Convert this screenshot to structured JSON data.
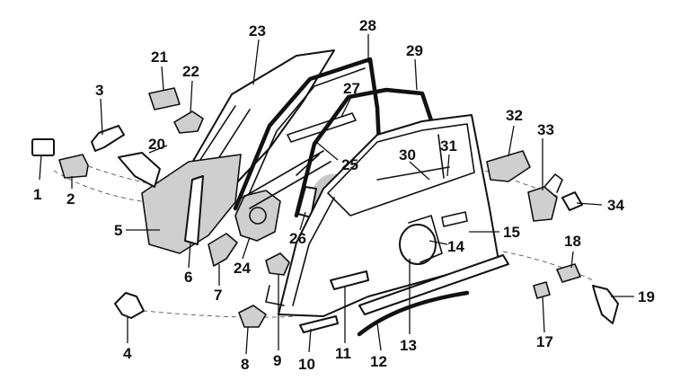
{
  "colors": {
    "line": "#111111",
    "background": "#ffffff",
    "watermark": "#9a9a9a"
  },
  "callouts": [
    {
      "id": "1",
      "label": "1"
    },
    {
      "id": "2",
      "label": "2"
    },
    {
      "id": "3",
      "label": "3"
    },
    {
      "id": "4",
      "label": "4"
    },
    {
      "id": "5",
      "label": "5"
    },
    {
      "id": "6",
      "label": "6"
    },
    {
      "id": "7",
      "label": "7"
    },
    {
      "id": "8",
      "label": "8"
    },
    {
      "id": "9",
      "label": "9"
    },
    {
      "id": "10",
      "label": "10"
    },
    {
      "id": "11",
      "label": "11"
    },
    {
      "id": "12",
      "label": "12"
    },
    {
      "id": "13",
      "label": "13"
    },
    {
      "id": "14",
      "label": "14"
    },
    {
      "id": "15",
      "label": "15"
    },
    {
      "id": "17",
      "label": "17"
    },
    {
      "id": "18",
      "label": "18"
    },
    {
      "id": "19",
      "label": "19"
    },
    {
      "id": "20",
      "label": "20"
    },
    {
      "id": "21",
      "label": "21"
    },
    {
      "id": "22",
      "label": "22"
    },
    {
      "id": "23",
      "label": "23"
    },
    {
      "id": "24",
      "label": "24"
    },
    {
      "id": "25",
      "label": "25"
    },
    {
      "id": "26",
      "label": "26"
    },
    {
      "id": "27",
      "label": "27"
    },
    {
      "id": "28",
      "label": "28"
    },
    {
      "id": "29",
      "label": "29"
    },
    {
      "id": "30",
      "label": "30"
    },
    {
      "id": "31",
      "label": "31"
    },
    {
      "id": "32",
      "label": "32"
    },
    {
      "id": "33",
      "label": "33"
    },
    {
      "id": "34",
      "label": "34"
    }
  ]
}
